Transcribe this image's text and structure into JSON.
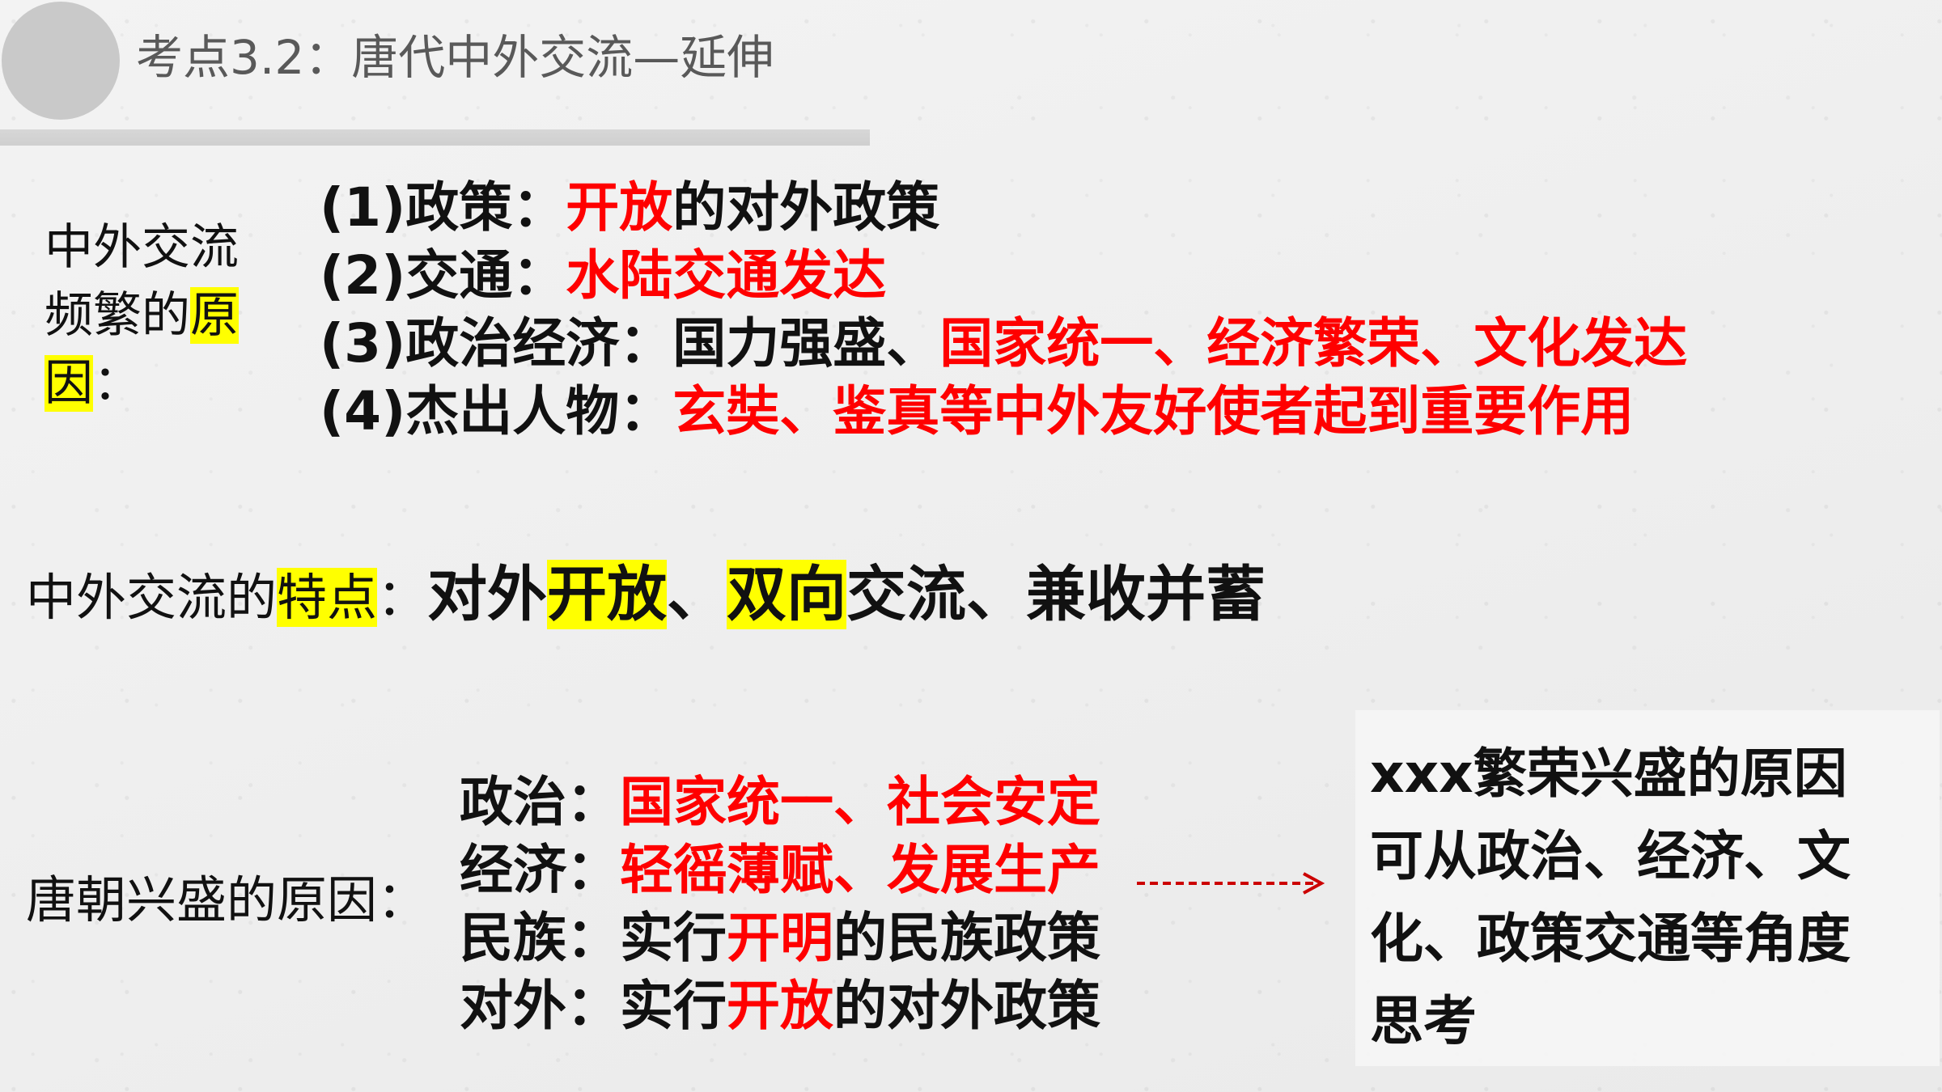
{
  "header": {
    "title": "考点3.2：唐代中外交流—延伸"
  },
  "exchange_reasons": {
    "label_part1": "中外交流频繁的",
    "label_highlight": "原因",
    "label_suffix": "：",
    "items": [
      {
        "prefix": "(1)政策：",
        "red": "开放",
        "rest": "的对外政策"
      },
      {
        "prefix": "(2)交通：",
        "red": "水陆交通发达",
        "rest": ""
      },
      {
        "prefix": "(3)政治经济：国力强盛、",
        "red": "国家统一、经济繁荣、文化发达",
        "rest": ""
      },
      {
        "prefix": "(4)杰出人物：",
        "red": "玄奘、鉴真等中外友好使者起到重要作用",
        "rest": ""
      }
    ]
  },
  "characteristics": {
    "label_part1": "中外交流的",
    "label_highlight": "特点",
    "label_suffix": "：",
    "value_part1": "对外",
    "value_hl1": "开放",
    "value_part2": "、",
    "value_hl2": "双向",
    "value_part3": "交流、兼收并蓄"
  },
  "tang_reasons": {
    "label": "唐朝兴盛的原因：",
    "items": [
      {
        "prefix": "政治：",
        "red": "国家统一、社会安定",
        "rest": ""
      },
      {
        "prefix": "经济：",
        "red": "轻徭薄赋、发展生产",
        "rest": ""
      },
      {
        "prefix": "民族：实行",
        "red": "开明",
        "rest": "的民族政策"
      },
      {
        "prefix": "对外：实行",
        "red": "开放",
        "rest": "的对外政策"
      }
    ]
  },
  "note": {
    "lines": [
      "xxx繁荣兴盛的原因",
      "可从政治、经济、文",
      "化、政策交通等角度",
      "思考"
    ]
  },
  "colors": {
    "highlight": "#ffff00",
    "emphasis": "#ff0000",
    "arrow": "#cc0000"
  }
}
